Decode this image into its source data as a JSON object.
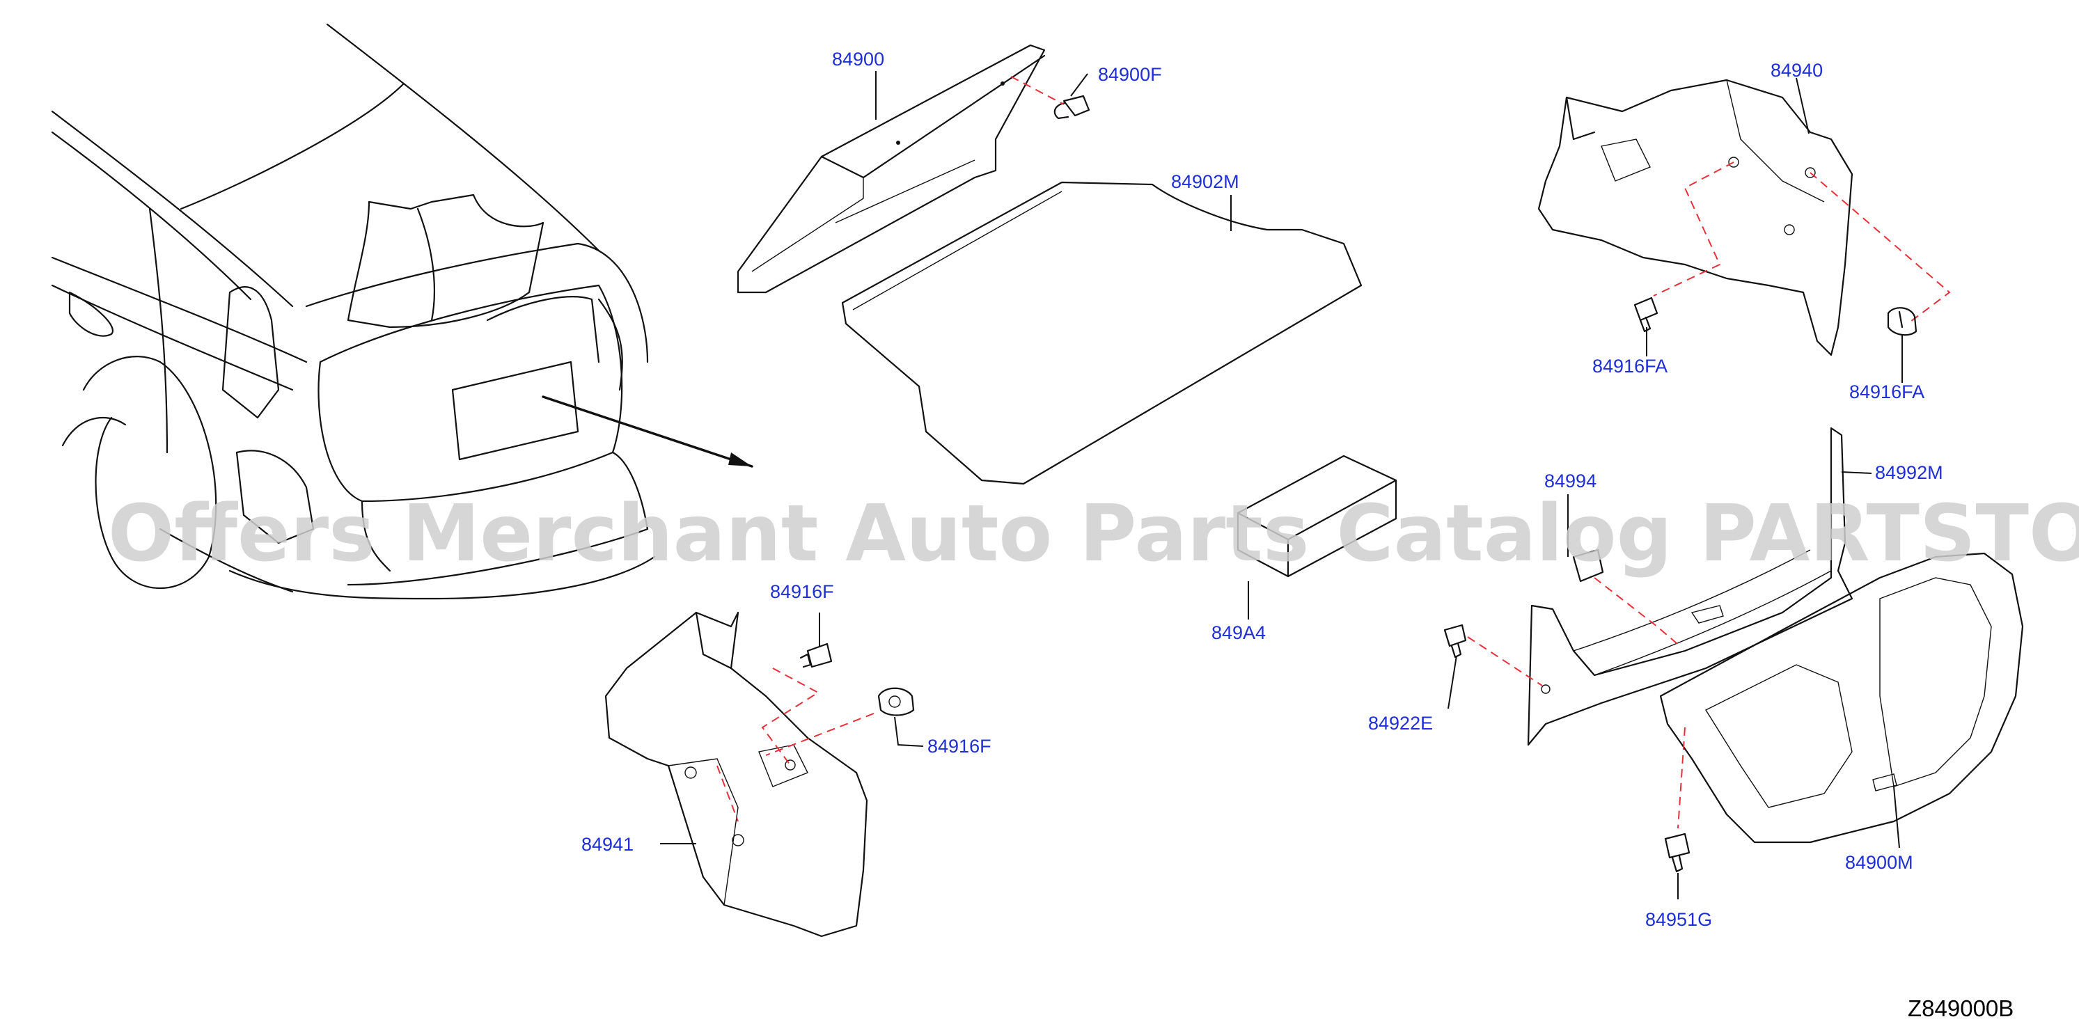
{
  "diagram_code": "Z849000B",
  "watermark": "Offers Merchant Auto Parts Catalog PARTSTORE.SA",
  "colors": {
    "label": "#1f2fd6",
    "fastener_dash": "#e8303a",
    "line": "#111111"
  },
  "parts": [
    {
      "id": "p84900",
      "label": "84900"
    },
    {
      "id": "p84900F",
      "label": "84900F"
    },
    {
      "id": "p84902M",
      "label": "84902M"
    },
    {
      "id": "p84940",
      "label": "84940"
    },
    {
      "id": "p84916FA1",
      "label": "84916FA"
    },
    {
      "id": "p84916FA2",
      "label": "84916FA"
    },
    {
      "id": "p84994",
      "label": "84994"
    },
    {
      "id": "p84992M",
      "label": "84992M"
    },
    {
      "id": "p849A4",
      "label": "849A4"
    },
    {
      "id": "p84916F1",
      "label": "84916F"
    },
    {
      "id": "p84916F2",
      "label": "84916F"
    },
    {
      "id": "p84922E",
      "label": "84922E"
    },
    {
      "id": "p84941",
      "label": "84941"
    },
    {
      "id": "p84900M",
      "label": "84900M"
    },
    {
      "id": "p84951G",
      "label": "84951G"
    }
  ]
}
